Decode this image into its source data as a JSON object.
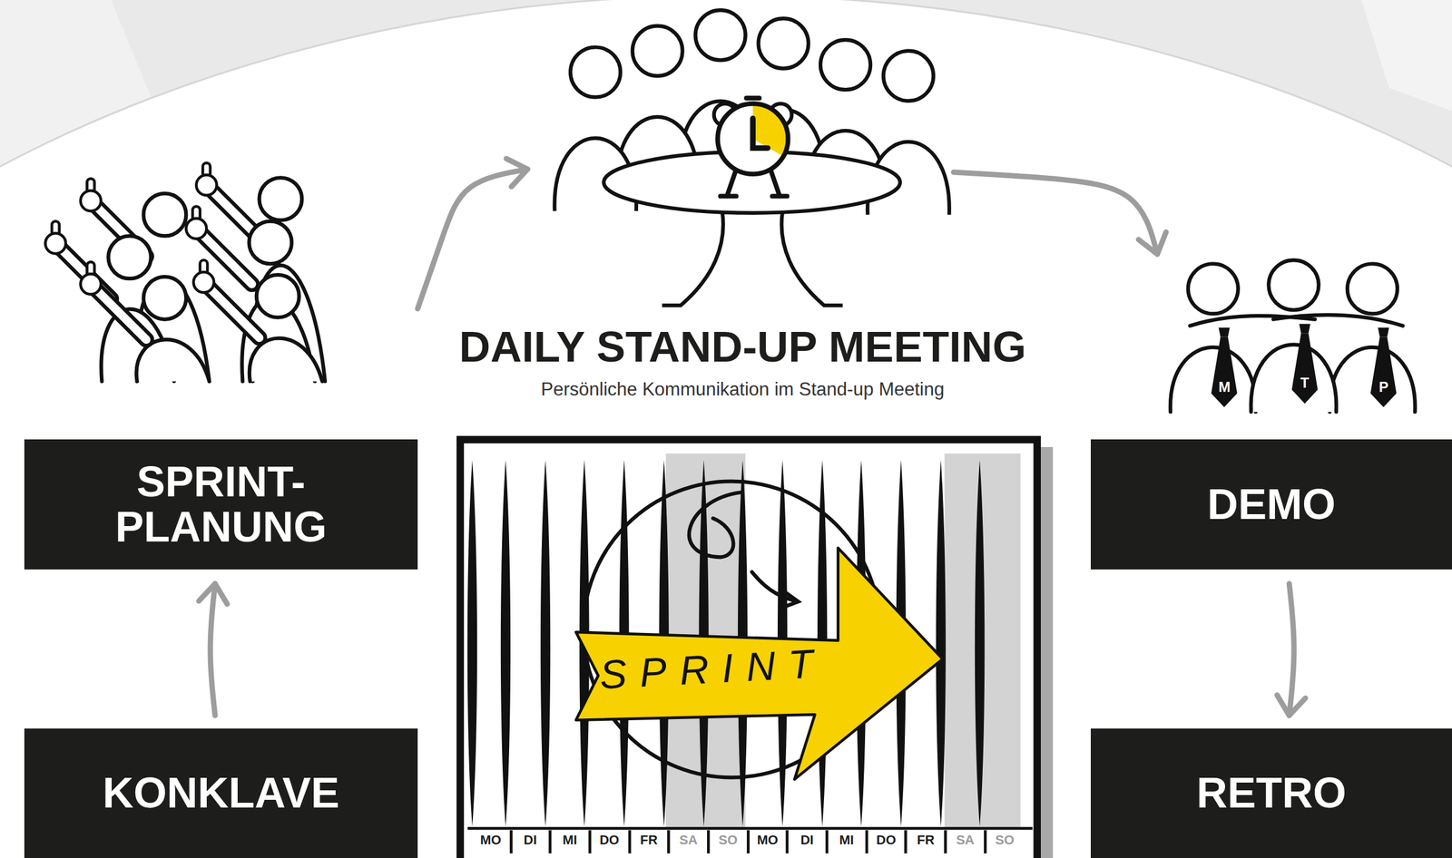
{
  "diagram": {
    "nodes": [
      {
        "text": [
          "SPRINT-PLANUNG"
        ]
      },
      {
        "text": [
          "DAILY STAND-UP MEETING",
          "Persönliche Kommunikation im Stand-up Meeting"
        ]
      },
      {
        "text": [
          "DEMO"
        ]
      },
      {
        "text": [
          "SPRINT",
          "MO",
          "DI",
          "MI",
          "DO",
          "FR",
          "SA",
          "SO",
          "MO",
          "DI",
          "MI",
          "DO",
          "FR",
          "SA",
          "SO"
        ]
      },
      {
        "text": [
          "KONKLAVE"
        ]
      },
      {
        "text": [
          "RETRO"
        ]
      }
    ],
    "edges": [
      {
        "from": 4,
        "to": 0,
        "arrow": "to"
      },
      {
        "from": 0,
        "to": 1,
        "arrow": "to"
      },
      {
        "from": 1,
        "to": 2,
        "arrow": "to"
      },
      {
        "from": 2,
        "to": 5,
        "arrow": "to"
      }
    ],
    "labels": [
      "M",
      "T",
      "P"
    ]
  }
}
